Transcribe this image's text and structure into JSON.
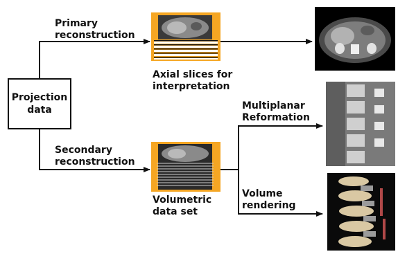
{
  "nodes": {
    "projection": {
      "line1": "Projection",
      "line2": "data"
    },
    "axial": {
      "line1": "Axial slices for",
      "line2": "interpretation"
    },
    "volumetric": {
      "line1": "Volumetric",
      "line2": "data set"
    }
  },
  "edges": {
    "primary": {
      "line1": "Primary",
      "line2": "reconstruction"
    },
    "secondary": {
      "line1": "Secondary",
      "line2": "reconstruction"
    },
    "mpr": {
      "line1": "Multiplanar",
      "line2": "Reformation"
    },
    "vr": {
      "line1": "Volume",
      "line2": "rendering"
    }
  },
  "colors": {
    "slab_orange": "#f5a623",
    "line": "#111111"
  },
  "images": {
    "ct_axial": "axial CT slice of abdomen",
    "mpr_spine": "sagittal multiplanar reformation of spine",
    "vr_spine": "3D volume rendering of spine"
  }
}
